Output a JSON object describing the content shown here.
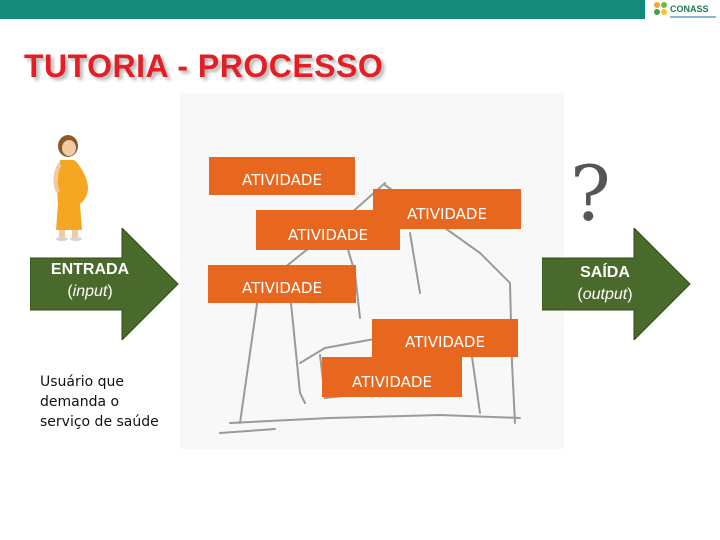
{
  "header": {
    "logo_text": "CONASS",
    "title": "TUTORIA - PROCESSO"
  },
  "diagram": {
    "activities": [
      "ATIVIDADE",
      "ATIVIDADE",
      "ATIVIDADE",
      "ATIVIDADE",
      "ATIVIDADE",
      "ATIVIDADE"
    ],
    "entrada": {
      "label": "ENTRADA",
      "sub": "input"
    },
    "saida": {
      "label": "SAÍDA",
      "sub": "output"
    },
    "question": "?",
    "user_caption": [
      "Usuário que",
      "demanda o",
      "serviço de saúde"
    ]
  },
  "colors": {
    "topbar": "#138a7a",
    "title": "#e31e24",
    "activity_box": "#e8671e",
    "arrow": "#4a6a2c"
  }
}
